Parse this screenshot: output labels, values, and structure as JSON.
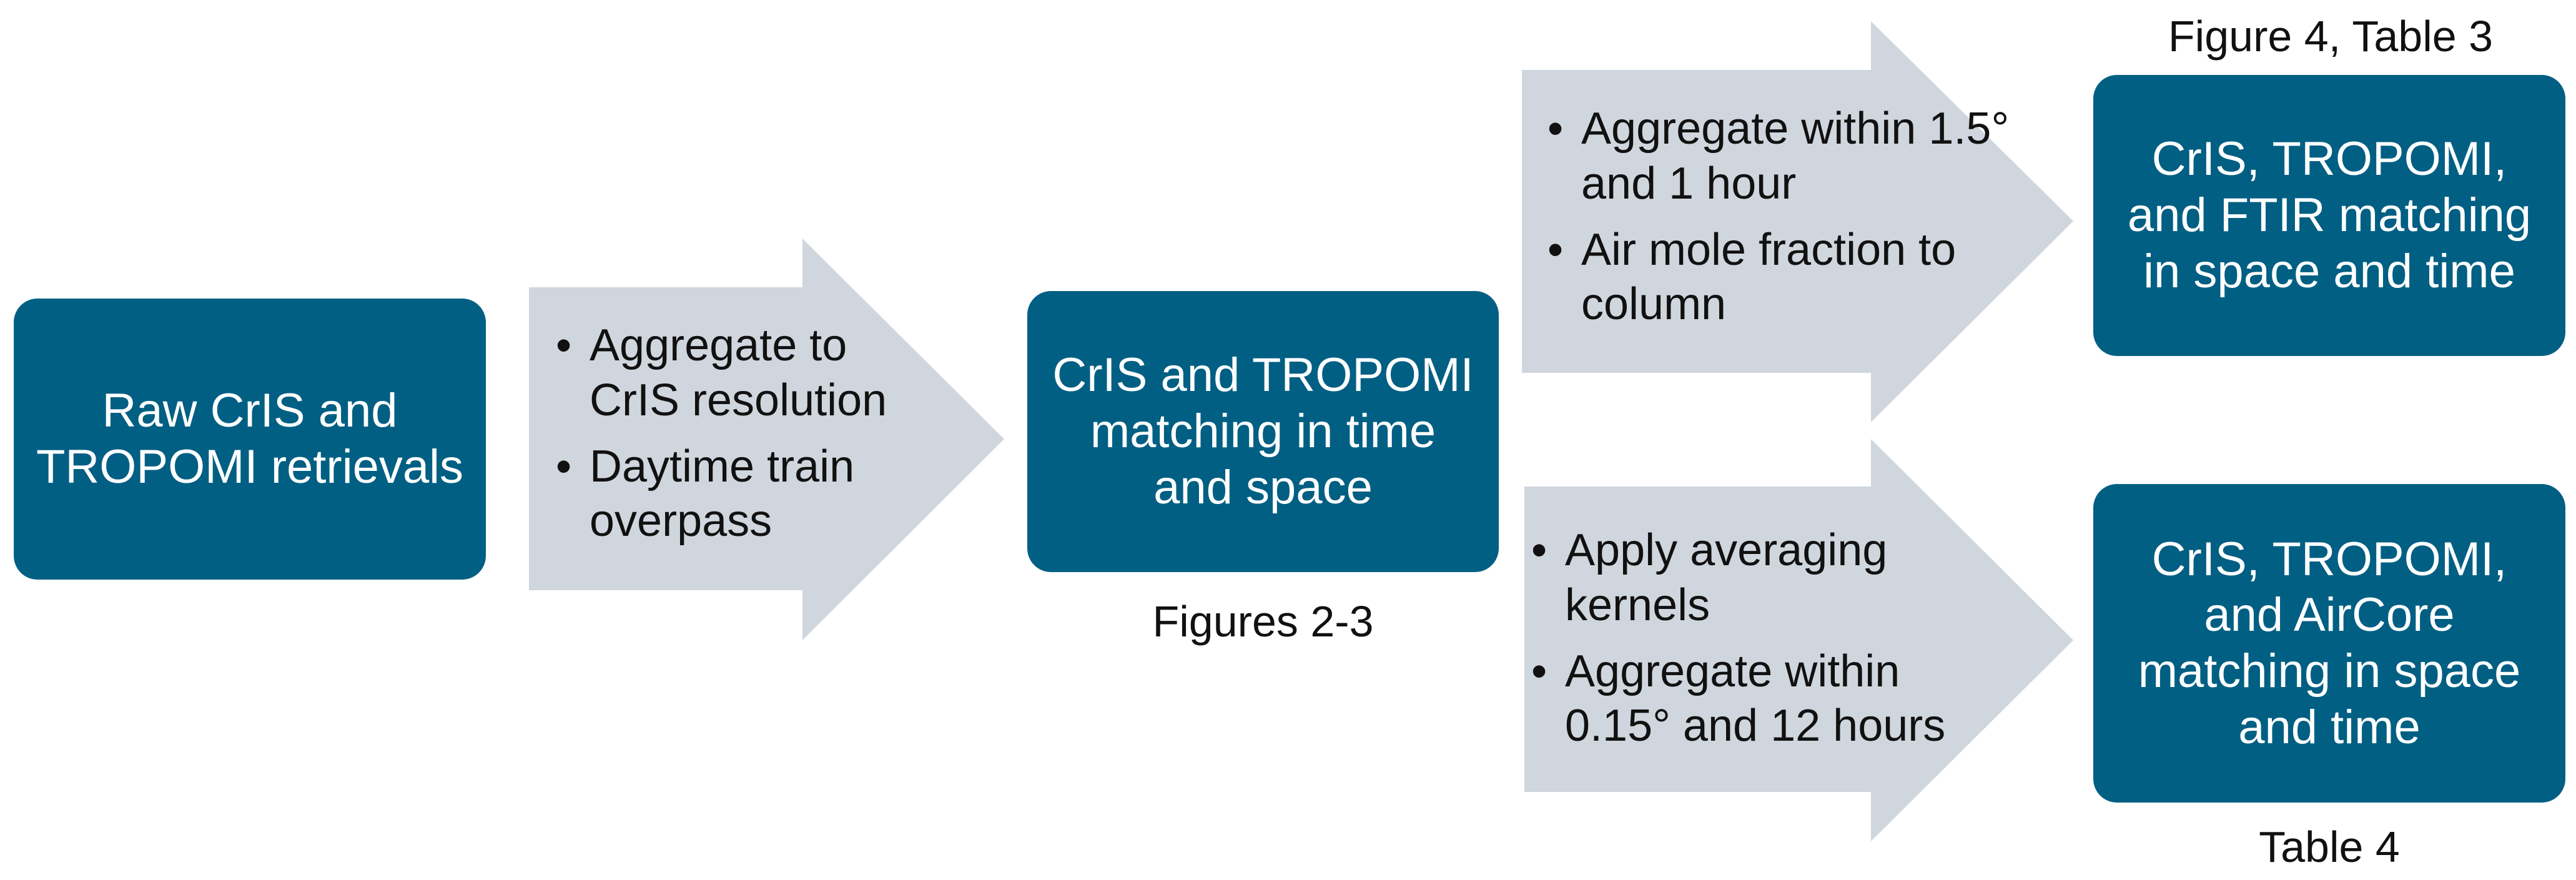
{
  "colors": {
    "box_fill": "#005f83",
    "box_text": "#ffffff",
    "arrow_fill": "#d0d6dd",
    "text": "#111111"
  },
  "boxes": {
    "raw": "Raw CrIS and TROPOMI retrievals",
    "matching": "CrIS and TROPOMI matching in time and space",
    "ftir": "CrIS, TROPOMI, and FTIR matching in space and time",
    "aircore": "CrIS, TROPOMI, and AirCore matching in space and time"
  },
  "arrows": {
    "first": [
      "Aggregate to CrIS resolution",
      "Daytime train overpass"
    ],
    "upper": [
      "Aggregate within 1.5° and 1 hour",
      "Air mole fraction to column"
    ],
    "lower": [
      "Apply averaging kernels",
      "Aggregate within 0.15° and 12 hours"
    ]
  },
  "captions": {
    "matching": "Figures 2-3",
    "ftir": "Figure 4, Table 3",
    "aircore": "Table 4"
  }
}
